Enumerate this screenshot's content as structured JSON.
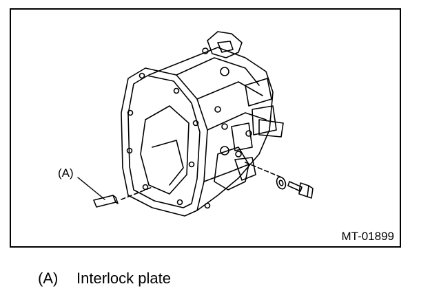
{
  "figure": {
    "callout": "(A)",
    "code": "MT-01899"
  },
  "legend": [
    {
      "key": "(A)",
      "text": "Interlock plate"
    }
  ]
}
